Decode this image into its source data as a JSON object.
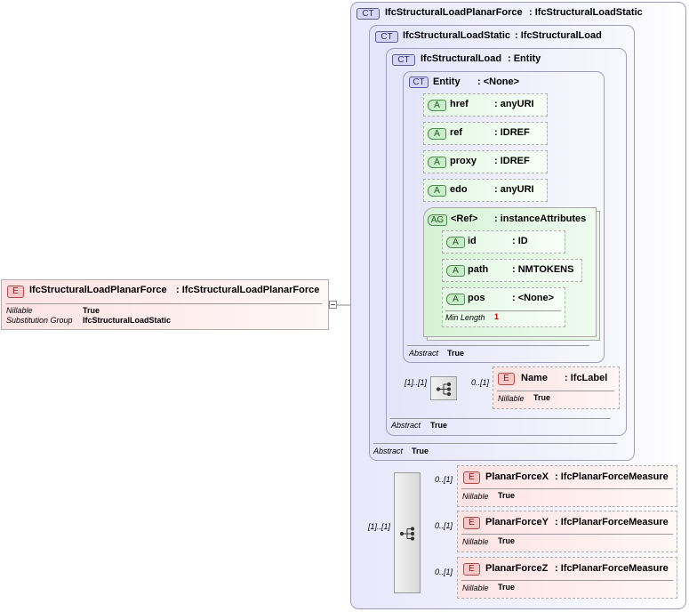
{
  "root_element": {
    "badge": "E",
    "name": "IfcStructuralLoadPlanarForce",
    "type": ": IfcStructuralLoadPlanarForce",
    "properties": [
      {
        "label": "Nillable",
        "value": "True"
      },
      {
        "label": "Substitution Group",
        "value": "IfcStructuralLoadStatic"
      }
    ]
  },
  "complex_types": [
    {
      "badge": "CT",
      "name": "IfcStructuralLoadPlanarForce",
      "base": ": IfcStructuralLoadStatic",
      "abstract_label": "",
      "abstract_value": ""
    },
    {
      "badge": "CT",
      "name": "IfcStructuralLoadStatic",
      "base": ": IfcStructuralLoad",
      "abstract_label": "Abstract",
      "abstract_value": "True"
    },
    {
      "badge": "CT",
      "name": "IfcStructuralLoad",
      "base": ": Entity",
      "abstract_label": "Abstract",
      "abstract_value": "True"
    },
    {
      "badge": "CT",
      "name": "Entity",
      "base": ": <None>",
      "abstract_label": "Abstract",
      "abstract_value": "True"
    }
  ],
  "entity_attributes": [
    {
      "badge": "A",
      "name": "href",
      "type": ": anyURI"
    },
    {
      "badge": "A",
      "name": "ref",
      "type": ": IDREF"
    },
    {
      "badge": "A",
      "name": "proxy",
      "type": ": IDREF"
    },
    {
      "badge": "A",
      "name": "edo",
      "type": ": anyURI"
    }
  ],
  "attribute_group": {
    "badge": "AG",
    "name": "<Ref>",
    "type": ": instanceAttributes",
    "attributes": [
      {
        "badge": "A",
        "name": "id",
        "type": ": ID"
      },
      {
        "badge": "A",
        "name": "path",
        "type": ": NMTOKENS"
      },
      {
        "badge": "A",
        "name": "pos",
        "type": ": <None>",
        "facet_label": "Min Length",
        "facet_value": "1"
      }
    ]
  },
  "name_sequence": {
    "cardinality": "[1]..[1]",
    "child_cardinality": "0..[1]",
    "element": {
      "badge": "E",
      "name": "Name",
      "type": ": IfcLabel",
      "prop_label": "Nillable",
      "prop_value": "True"
    }
  },
  "force_sequence": {
    "cardinality": "[1]..[1]",
    "elements": [
      {
        "cardinality": "0..[1]",
        "badge": "E",
        "name": "PlanarForceX",
        "type": ": IfcPlanarForceMeasure",
        "prop_label": "Nillable",
        "prop_value": "True"
      },
      {
        "cardinality": "0..[1]",
        "badge": "E",
        "name": "PlanarForceY",
        "type": ": IfcPlanarForceMeasure",
        "prop_label": "Nillable",
        "prop_value": "True"
      },
      {
        "cardinality": "0..[1]",
        "badge": "E",
        "name": "PlanarForceZ",
        "type": ": IfcPlanarForceMeasure",
        "prop_label": "Nillable",
        "prop_value": "True"
      }
    ]
  }
}
